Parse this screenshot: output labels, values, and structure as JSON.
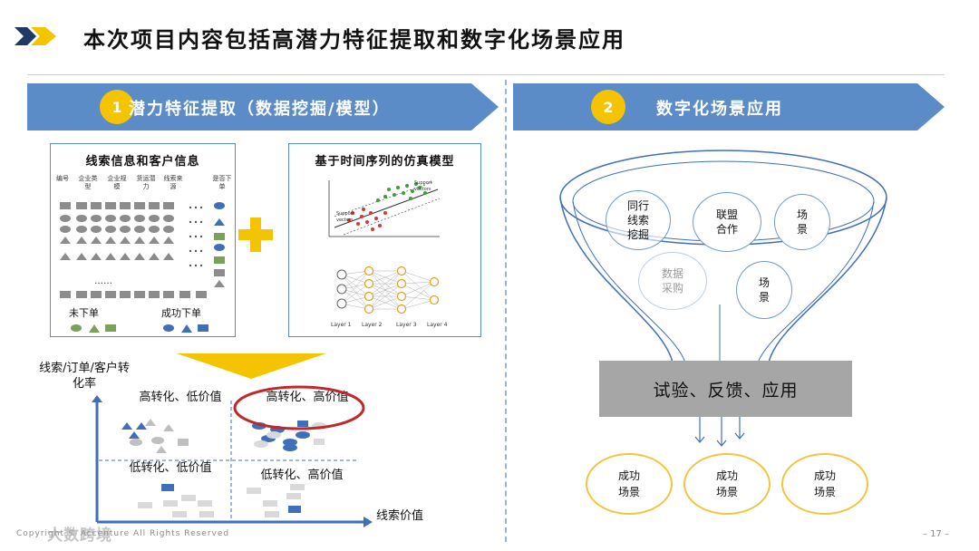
{
  "header": {
    "title": "本次项目内容包括高潜力特征提取和数字化场景应用"
  },
  "left_banner": {
    "number": "1",
    "label": "潜力特征提取（数据挖掘/模型）"
  },
  "right_banner": {
    "number": "2",
    "label": "数字化场景应用"
  },
  "info_box": {
    "title": "线索信息和客户信息",
    "columns": [
      "编号",
      "企业类型",
      "企业规模",
      "货运潜力",
      "线索来源",
      "是否下单"
    ],
    "ellipsis_row": "……",
    "ellipsis_col": "⋮",
    "not_ordered": "未下单",
    "ordered": "成功下单"
  },
  "model_box": {
    "title": "基于时间序列的仿真模型",
    "support_vectors_a": "Support vectors",
    "support_vectors_b": "Support vectors",
    "layers": [
      "Layer 1",
      "Layer 2",
      "Layer 3",
      "Layer 4"
    ]
  },
  "quadrant": {
    "y_axis": "线索/订单/客户转化率",
    "x_axis": "线索价值",
    "tl": "高转化、低价值",
    "tr": "高转化、高价值",
    "bl": "低转化、低价值",
    "br": "低转化、高价值"
  },
  "funnel": {
    "circles": [
      "同行线索挖掘",
      "联盟合作",
      "场景",
      "数据采购",
      "场景"
    ],
    "bar": "试验、反馈、应用",
    "outputs": [
      "成功场景",
      "成功场景",
      "成功场景"
    ]
  },
  "footer": {
    "copyright": "Copyright © Accenture All Rights Reserved",
    "watermark": "大数跨境",
    "page": "– 17 –"
  },
  "colors": {
    "banner_blue": "#5b8cc8",
    "badge_yellow": "#f5c400",
    "accent_red": "#c0282c",
    "dot_blue": "#3f6fb8",
    "gray": "#a6a6a6"
  }
}
